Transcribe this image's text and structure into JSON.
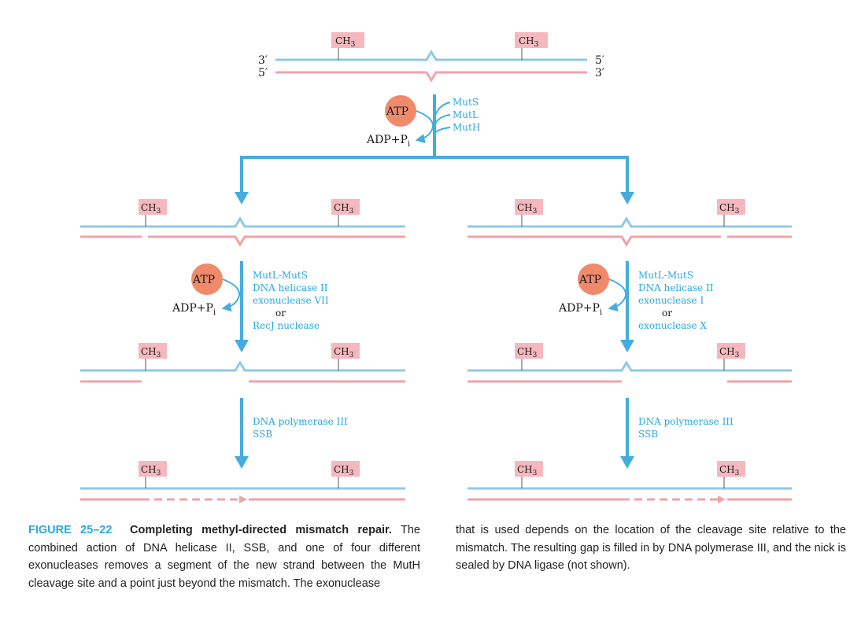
{
  "colors": {
    "template_strand": "#8ec9ea",
    "new_strand": "#f0a3a8",
    "methyl_box": "#f6b8bf",
    "arrow": "#45acdf",
    "enzyme_text": "#2aa8de",
    "atp_ball": "#f08a6a"
  },
  "labels": {
    "ch3": "CH",
    "ch3_sub": "3",
    "atp": "ATP",
    "adp": "ADP+P",
    "adp_sub": "i",
    "end_3": "3′",
    "end_5": "5′"
  },
  "top_step": {
    "enzymes": [
      "MutS",
      "MutL",
      "MutH"
    ]
  },
  "left_branch": {
    "excision_enzymes": [
      "MutL-MutS",
      "DNA helicase II",
      "exonuclease VII",
      "or",
      "RecJ nuclease"
    ],
    "synthesis_enzymes": [
      "DNA polymerase III",
      "SSB"
    ]
  },
  "right_branch": {
    "excision_enzymes": [
      "MutL-MutS",
      "DNA helicase II",
      "exonuclease I",
      "or",
      "exonuclease X"
    ],
    "synthesis_enzymes": [
      "DNA polymerase III",
      "SSB"
    ]
  },
  "caption": {
    "figure_label": "FIGURE 25–22",
    "title": "Completing methyl-directed mismatch repair.",
    "text_left": "The combined action of DNA helicase II, SSB, and one of four different exonucleases removes a segment of the new strand between the MutH cleavage site and a point just beyond the mismatch. The exonuclease",
    "text_right": "that is used depends on the location of the cleavage site relative to the mismatch. The resulting gap is filled in by DNA polymerase III, and the nick is sealed by DNA ligase (not shown)."
  }
}
